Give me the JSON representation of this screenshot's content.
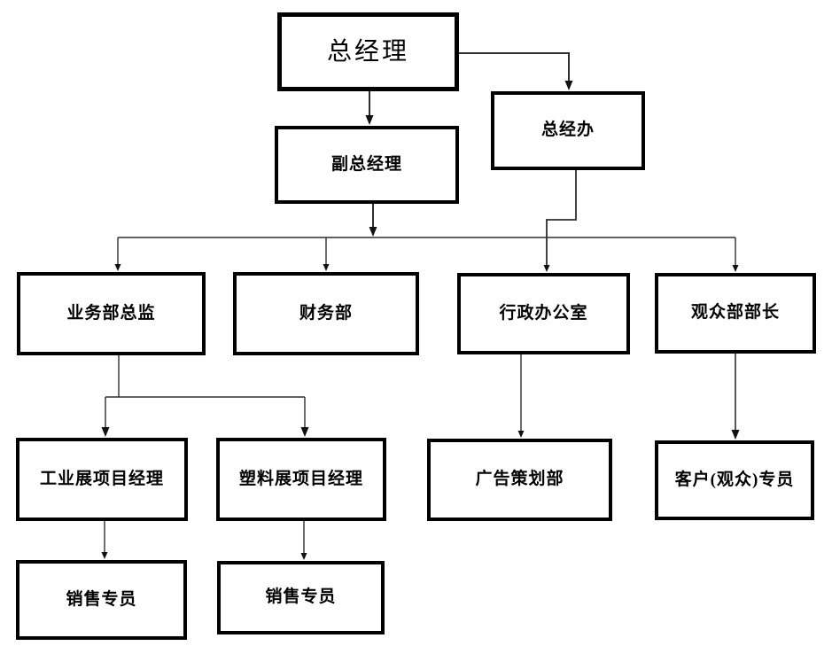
{
  "diagram": {
    "type": "org-chart",
    "background_color": "#ffffff",
    "box_border_color": "#000000",
    "line_color": "#2e2e2e",
    "text_color": "#000000",
    "nodes": {
      "gm": {
        "label": "总经理"
      },
      "gmo": {
        "label": "总经办"
      },
      "dgm": {
        "label": "副总经理"
      },
      "biz": {
        "label": "业务部总监"
      },
      "fin": {
        "label": "财务部"
      },
      "admin": {
        "label": "行政办公室"
      },
      "aud": {
        "label": "观众部部长"
      },
      "ind": {
        "label": "工业展项目经理"
      },
      "pla": {
        "label": "塑料展项目经理"
      },
      "adv": {
        "label": "广告策划部"
      },
      "cust": {
        "label": "客户(观众)专员"
      },
      "sales1": {
        "label": "销售专员"
      },
      "sales2": {
        "label": "销售专员"
      }
    },
    "edges": [
      {
        "from": "总经理",
        "to": "副总经理"
      },
      {
        "from": "总经理",
        "to": "总经办"
      },
      {
        "from": "副总经理",
        "to": "业务部总监"
      },
      {
        "from": "副总经理",
        "to": "财务部"
      },
      {
        "from": "副总经理",
        "to": "观众部部长"
      },
      {
        "from": "总经办",
        "to": "行政办公室"
      },
      {
        "from": "业务部总监",
        "to": "工业展项目经理"
      },
      {
        "from": "业务部总监",
        "to": "塑料展项目经理"
      },
      {
        "from": "行政办公室",
        "to": "广告策划部"
      },
      {
        "from": "观众部部长",
        "to": "客户(观众)专员"
      },
      {
        "from": "工业展项目经理",
        "to": "销售专员"
      },
      {
        "from": "塑料展项目经理",
        "to": "销售专员"
      }
    ]
  }
}
